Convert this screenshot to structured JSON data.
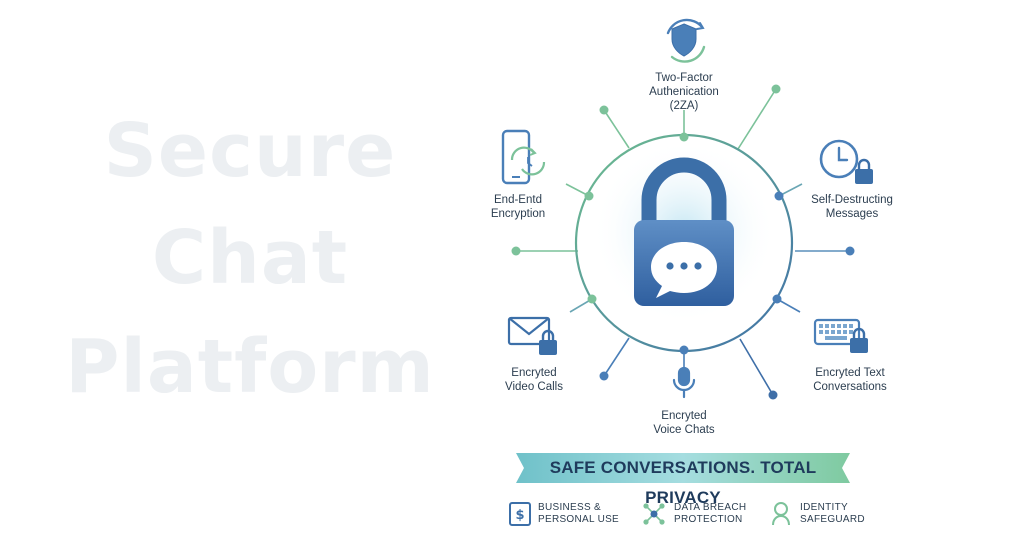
{
  "title_lines": [
    "Secure",
    "Chat",
    "Platform"
  ],
  "colors": {
    "accent_blue": "#3c6fa8",
    "accent_green": "#7cc29a",
    "title_gray": "#eceff2",
    "text_dark": "#2c3e50"
  },
  "center_icon": "padlock-with-chat-bubble-icon",
  "features": [
    {
      "icon": "shield-refresh-icon",
      "label": "Two-Factor\nAuthenication\n(2ZA)"
    },
    {
      "icon": "clock-lock-icon",
      "label": "Self-Destructing\nMessages"
    },
    {
      "icon": "keyboard-lock-icon",
      "label": "Encryted Text\nConversations"
    },
    {
      "icon": "microphone-icon",
      "label": "Encryted\nVoice Chats"
    },
    {
      "icon": "envelope-lock-icon",
      "label": "Encryted\nVideo Calls"
    },
    {
      "icon": "phone-sync-icon",
      "label": "End-Entd\nEncryption"
    }
  ],
  "banner": "SAFE CONVERSATIONS. TOTAL PRIVACY",
  "bottom_items": [
    {
      "icon": "dollar-card-icon",
      "label": "BUSINESS &\nPERSONAL USE"
    },
    {
      "icon": "network-nodes-icon",
      "label": "DATA BREACH\nPROTECTION"
    },
    {
      "icon": "identity-pin-icon",
      "label": "IDENTITY\nSAFEGUARD"
    }
  ]
}
